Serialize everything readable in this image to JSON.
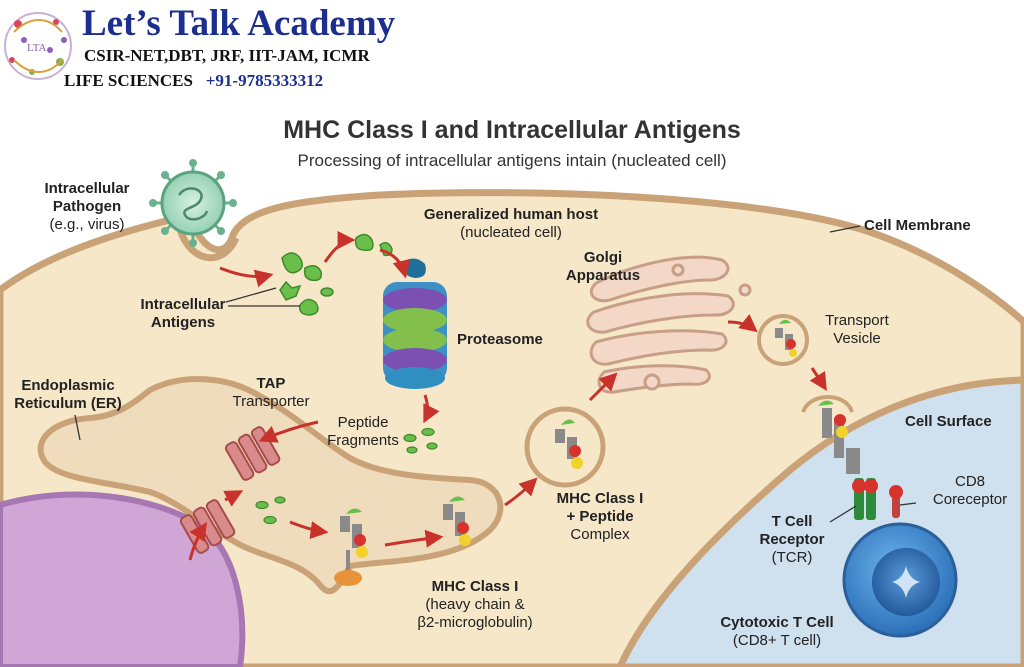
{
  "brand": {
    "title": "Let’s Talk Academy",
    "line1": "CSIR-NET,DBT, JRF, IIT-JAM, ICMR",
    "line2": "LIFE SCIENCES",
    "phone": "+91-9785333312",
    "logo_text": "LTA"
  },
  "diagram": {
    "title": "MHC Class I and Intracellular Antigens",
    "subtitle": "Processing of intracellular antigens intain (nucleated cell)"
  },
  "labels": {
    "pathogen_1": "Intracellular",
    "pathogen_2": "Pathogen",
    "pathogen_3": "(e.g., virus)",
    "host_1": "Generalized human host",
    "host_2": "(nucleated cell)",
    "membrane": "Cell Membrane",
    "golgi_1": "Golgi",
    "golgi_2": "Apparatus",
    "antigens_1": "Intracellular",
    "antigens_2": "Antigens",
    "proteasome": "Proteasome",
    "vesicle_1": "Transport",
    "vesicle_2": "Vesicle",
    "er_1": "Endoplasmic",
    "er_2": "Reticulum (ER)",
    "tap_1": "TAP",
    "tap_2": "Transporter",
    "peptide_1": "Peptide",
    "peptide_2": "Fragments",
    "surface": "Cell Surface",
    "complex_1": "MHC Class I",
    "complex_2": "+ Peptide",
    "complex_3": "Complex",
    "cd8_1": "CD8",
    "cd8_2": "Coreceptor",
    "tcr_1": "T Cell",
    "tcr_2": "Receptor",
    "tcr_3": "(TCR)",
    "mhc_1": "MHC Class I",
    "mhc_2": "(heavy chain &",
    "mhc_3": "β2-microglobulin)",
    "tcell_1": "Cytotoxic T Cell",
    "tcell_2": "(CD8+ T cell)"
  },
  "colors": {
    "cytoplasm": "#f6e7c9",
    "membrane": "#c9a377",
    "er": "#efdcbc",
    "nucleus": "#cfa6d6",
    "tcell_bg": "#cfe0ee",
    "tcell": "#3f8fd0",
    "antigen": "#6abf4b",
    "arrow": "#c8322b",
    "tap": "#d98a8a",
    "mhc": "#8a8a8a",
    "b2m": "#f2d12b",
    "peptide_red": "#d7322c",
    "brand_blue": "#1c2f8f"
  },
  "icons": [
    "virus-icon",
    "proteasome-icon",
    "tap-transporter-icon",
    "golgi-icon",
    "mhc-molecule-icon",
    "tcr-icon",
    "cd8-icon",
    "t-cell-icon"
  ]
}
